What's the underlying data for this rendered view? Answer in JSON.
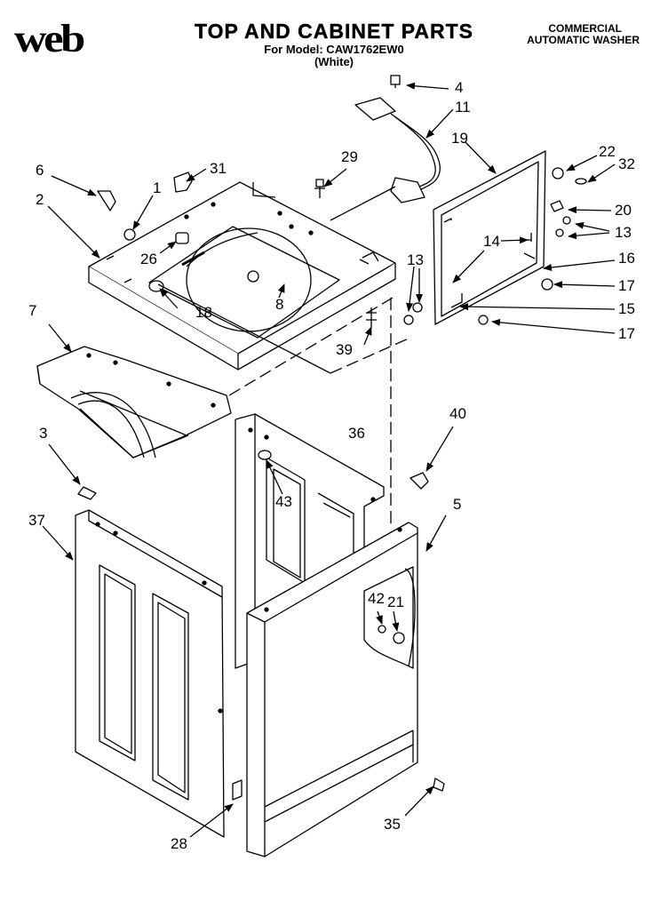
{
  "header": {
    "logo": "web",
    "title": "TOP AND CABINET PARTS",
    "model": "For Model: CAW1762EW0",
    "color": "(White)",
    "category_line1": "COMMERCIAL",
    "category_line2": "AUTOMATIC WASHER"
  },
  "callouts": [
    {
      "id": "c4",
      "text": "4"
    },
    {
      "id": "c11",
      "text": "11"
    },
    {
      "id": "c19",
      "text": "19"
    },
    {
      "id": "c22",
      "text": "22"
    },
    {
      "id": "c32",
      "text": "32"
    },
    {
      "id": "c20",
      "text": "20"
    },
    {
      "id": "c13a",
      "text": "13"
    },
    {
      "id": "c16",
      "text": "16"
    },
    {
      "id": "c17a",
      "text": "17"
    },
    {
      "id": "c15",
      "text": "15"
    },
    {
      "id": "c17b",
      "text": "17"
    },
    {
      "id": "c14",
      "text": "14"
    },
    {
      "id": "c13b",
      "text": "13"
    },
    {
      "id": "c29",
      "text": "29"
    },
    {
      "id": "c31",
      "text": "31"
    },
    {
      "id": "c6",
      "text": "6"
    },
    {
      "id": "c1",
      "text": "1"
    },
    {
      "id": "c2",
      "text": "2"
    },
    {
      "id": "c26",
      "text": "26"
    },
    {
      "id": "c8",
      "text": "8"
    },
    {
      "id": "c18",
      "text": "18"
    },
    {
      "id": "c39",
      "text": "39"
    },
    {
      "id": "c7",
      "text": "7"
    },
    {
      "id": "c3",
      "text": "3"
    },
    {
      "id": "c36",
      "text": "36"
    },
    {
      "id": "c40",
      "text": "40"
    },
    {
      "id": "c43",
      "text": "43"
    },
    {
      "id": "c5",
      "text": "5"
    },
    {
      "id": "c37",
      "text": "37"
    },
    {
      "id": "c42",
      "text": "42"
    },
    {
      "id": "c21",
      "text": "21"
    },
    {
      "id": "c28",
      "text": "28"
    },
    {
      "id": "c35",
      "text": "35"
    }
  ]
}
